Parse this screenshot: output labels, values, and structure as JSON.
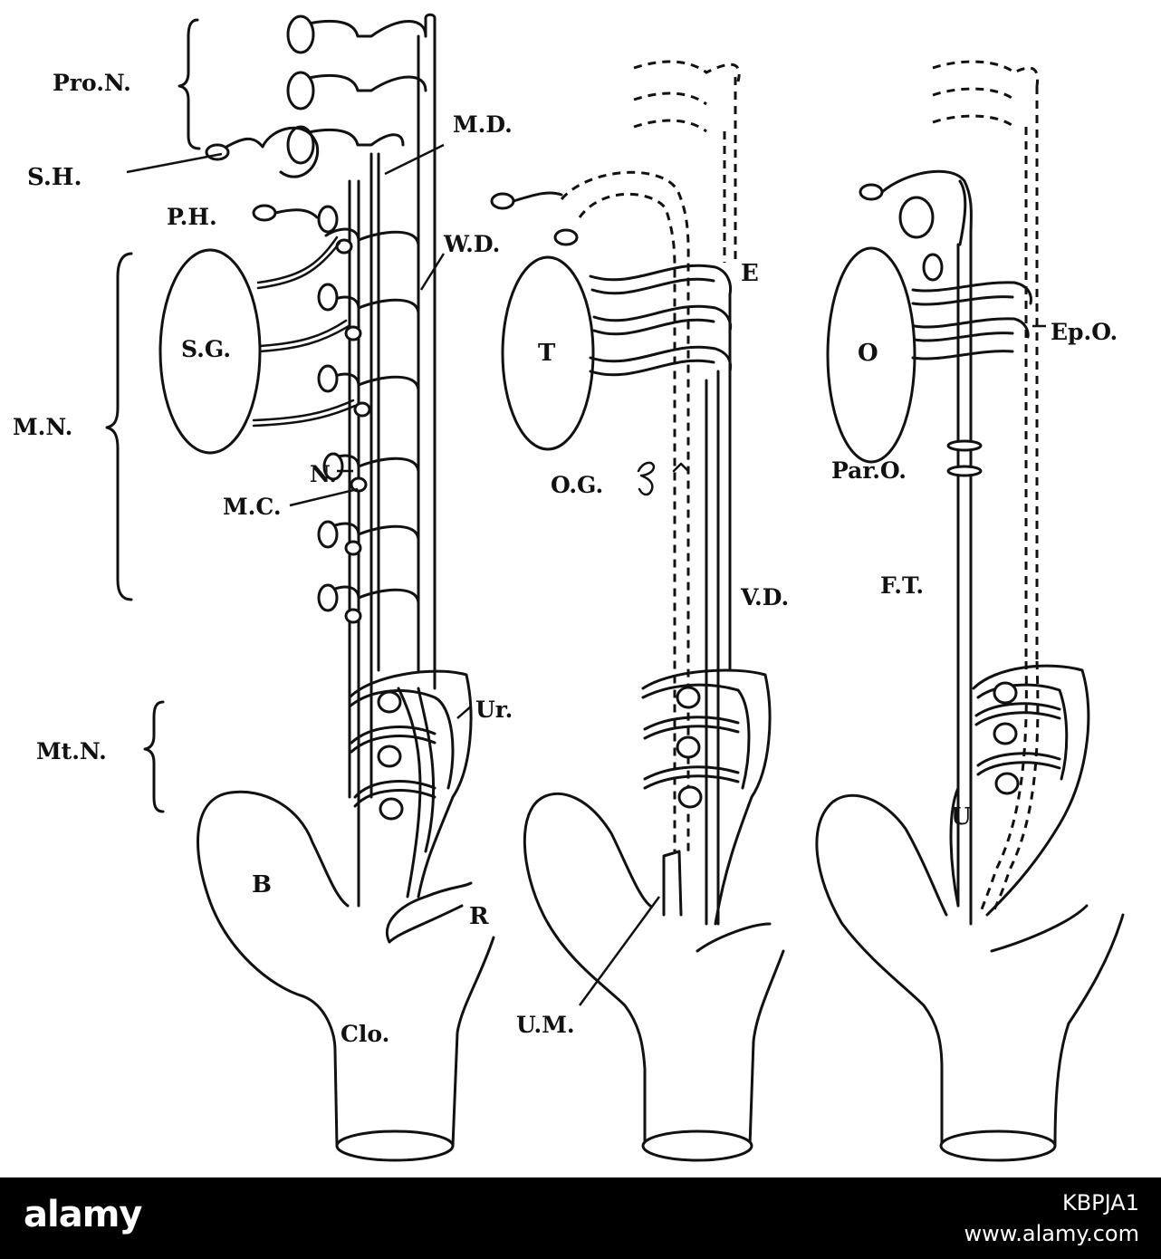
{
  "diagram": {
    "labels": {
      "pro_n": "Pro.N.",
      "s_h": "S.H.",
      "p_h": "P.H.",
      "m_d": "M.D.",
      "w_d": "W.D.",
      "s_g": "S.G.",
      "m_n": "M.N.",
      "n": "N.",
      "m_c": "M.C.",
      "ur": "Ur.",
      "mt_n": "Mt.N.",
      "b": "B",
      "r": "R",
      "clo": "Clo.",
      "t": "T",
      "e": "E",
      "o_g": "O.G.",
      "v_d": "V.D.",
      "u_m": "U.M.",
      "o": "O",
      "ep_o": "Ep.O.",
      "par_o": "Par.O.",
      "f_t": "F.T.",
      "u": "U"
    }
  },
  "footer": {
    "logo": "alamy",
    "image_id": "KBPJA1",
    "site": "www.alamy.com"
  }
}
